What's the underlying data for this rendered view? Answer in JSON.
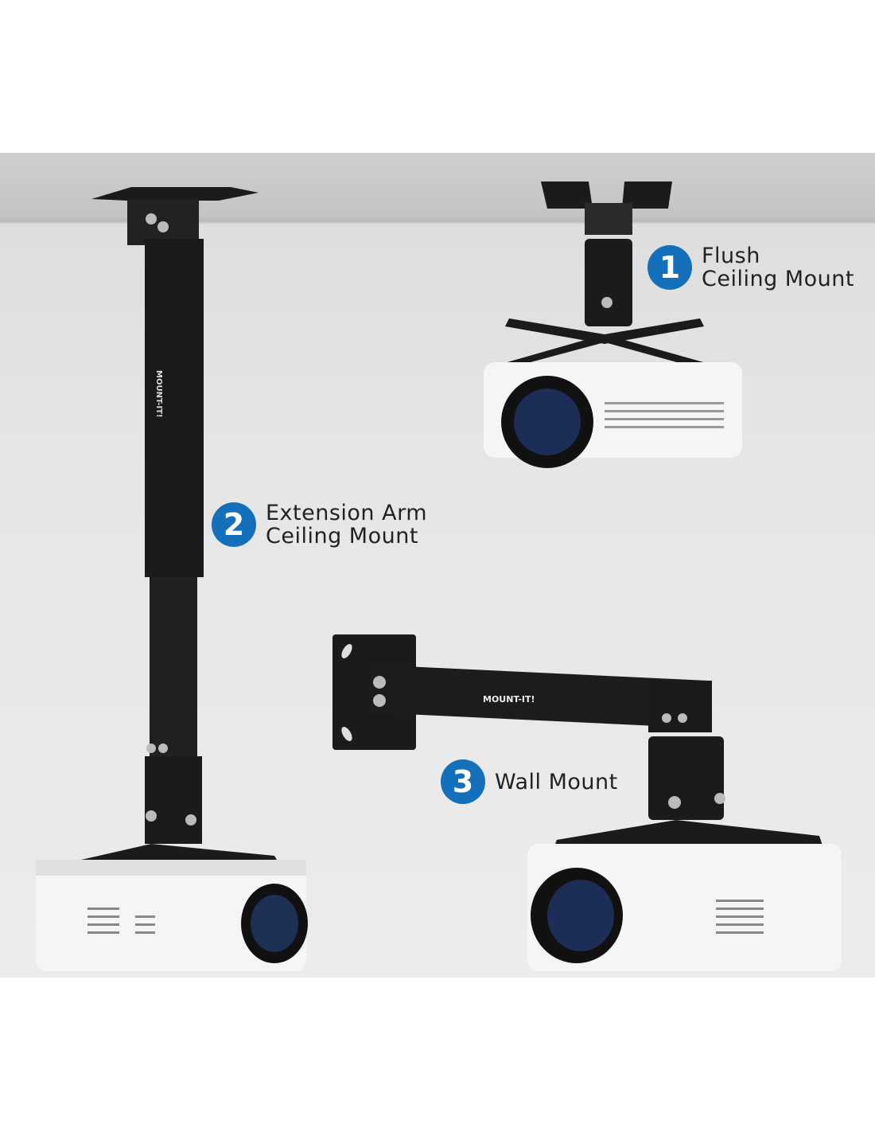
{
  "brand_logo": "MOUNT-IT!",
  "colors": {
    "badge": "#1470bb",
    "mount": "#1b1b1b",
    "projector": "#f5f5f5"
  },
  "labels": [
    {
      "number": "1",
      "line1": "Flush",
      "line2": "Ceiling Mount"
    },
    {
      "number": "2",
      "line1": "Extension Arm",
      "line2": "Ceiling Mount"
    },
    {
      "number": "3",
      "line1": "Wall Mount",
      "line2": ""
    }
  ]
}
